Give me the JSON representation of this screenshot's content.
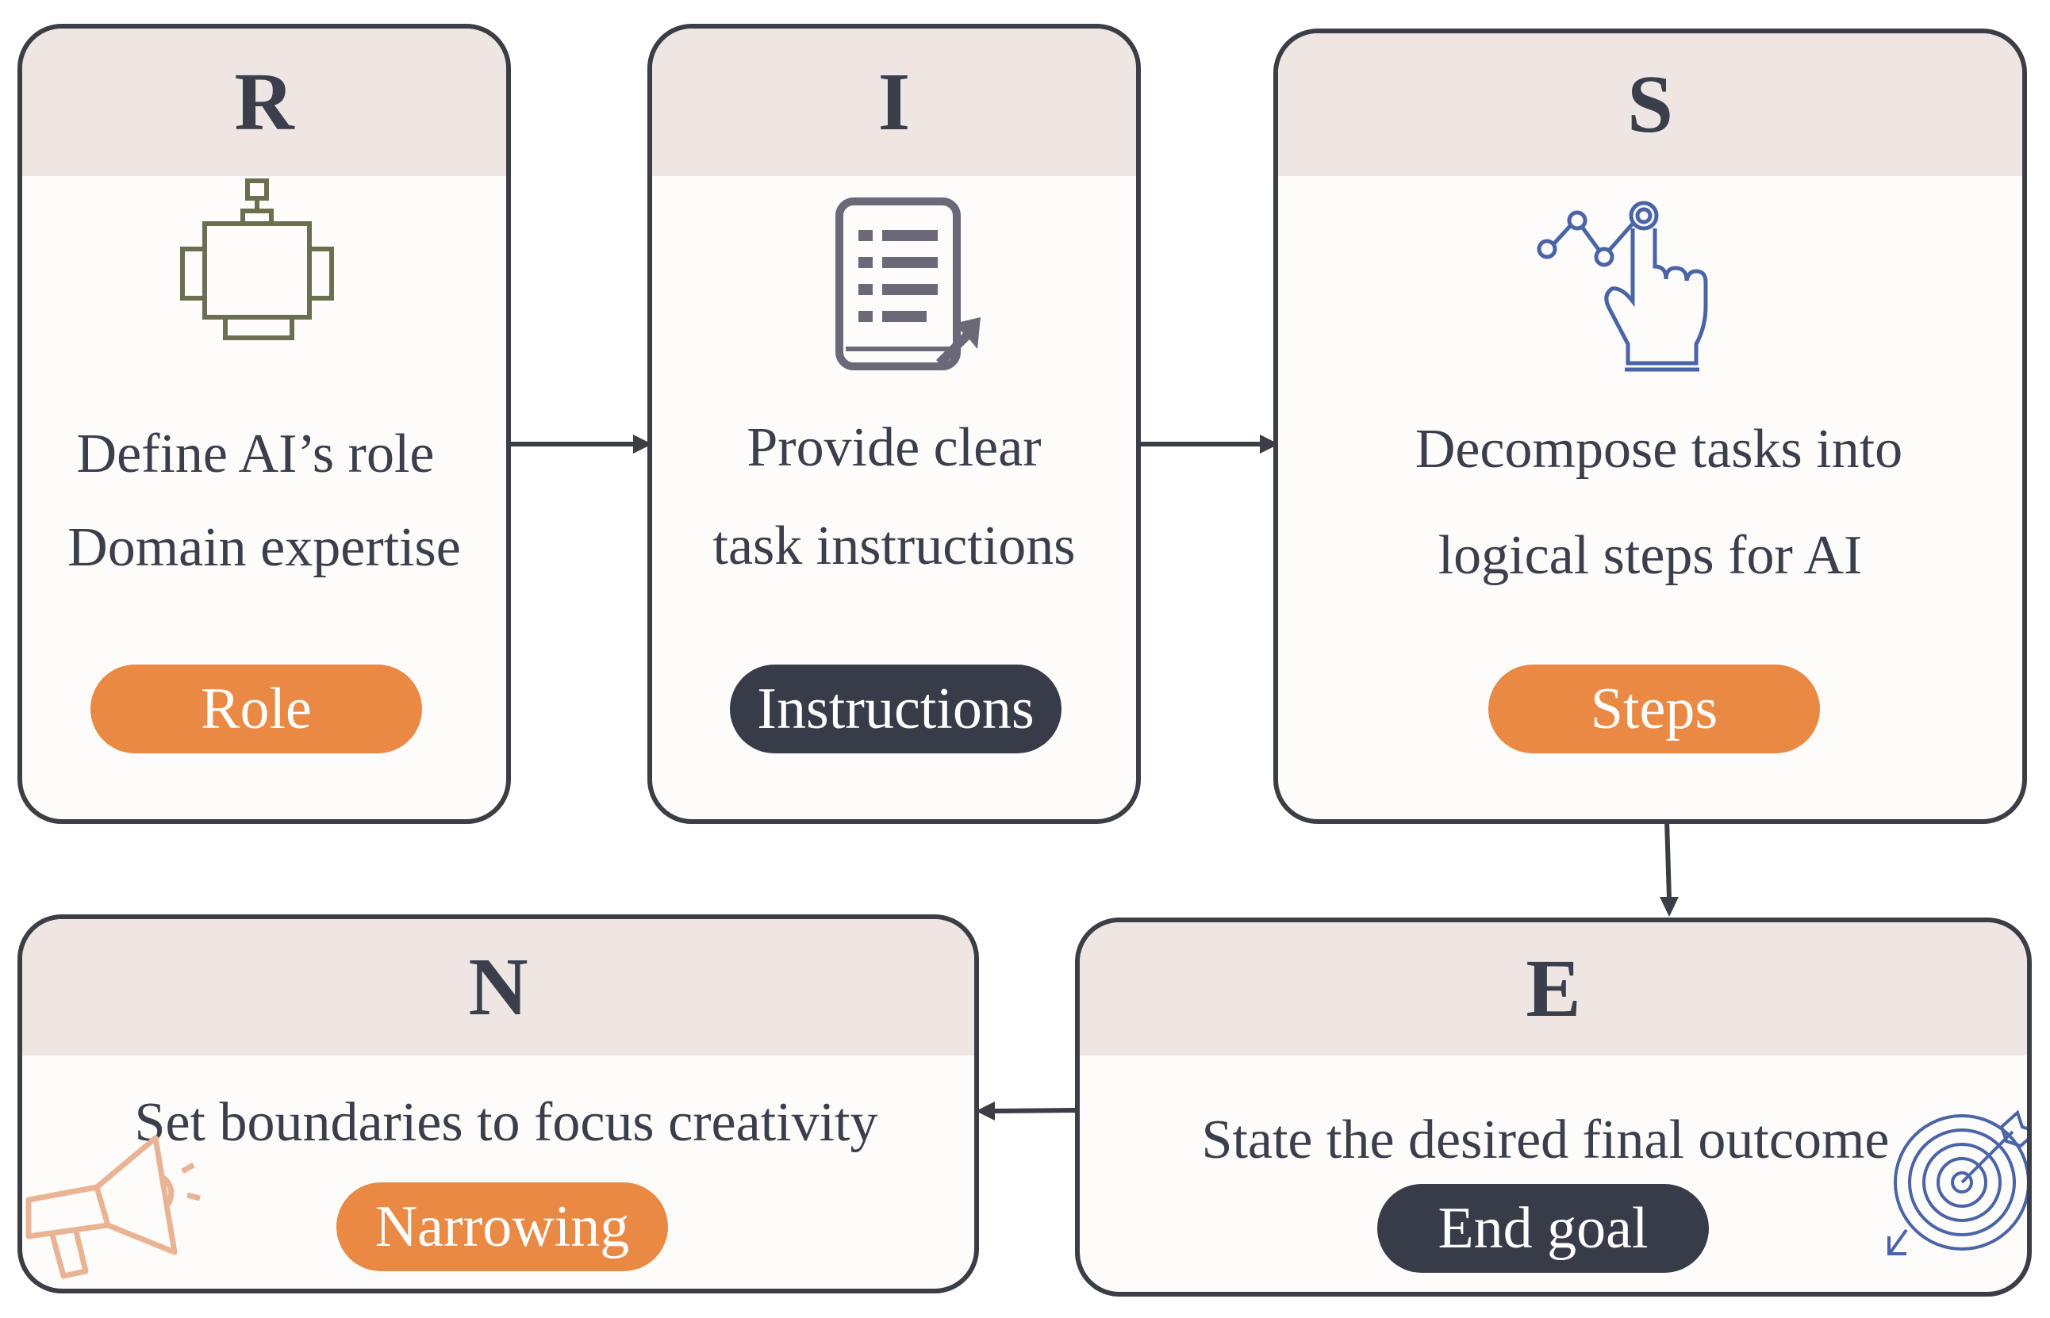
{
  "colors": {
    "border": "#3b3e44",
    "header_band": "#ede6e3",
    "accent_orange": "#e98944",
    "accent_dark": "#383c49",
    "text": "#3a3f4b"
  },
  "cards": {
    "role": {
      "letter": "R",
      "line1": "Define AI’s role",
      "line2": "Domain expertise",
      "tag": "Role",
      "icon": "robot-icon"
    },
    "instructions": {
      "letter": "I",
      "line1": "Provide clear",
      "line2": "task instructions",
      "tag": "Instructions",
      "icon": "checklist-icon"
    },
    "steps": {
      "letter": "S",
      "line1": "Decompose tasks into",
      "line2": "logical steps for AI",
      "tag": "Steps",
      "icon": "tap-steps-icon"
    },
    "end_goal": {
      "letter": "E",
      "line1": "State the desired final outcome",
      "tag": "End goal",
      "icon": "target-icon"
    },
    "narrowing": {
      "letter": "N",
      "line1": "Set boundaries to focus creativity",
      "tag": "Narrowing",
      "icon": "megaphone-icon"
    }
  },
  "flow": [
    "R",
    "I",
    "S",
    "E",
    "N"
  ]
}
